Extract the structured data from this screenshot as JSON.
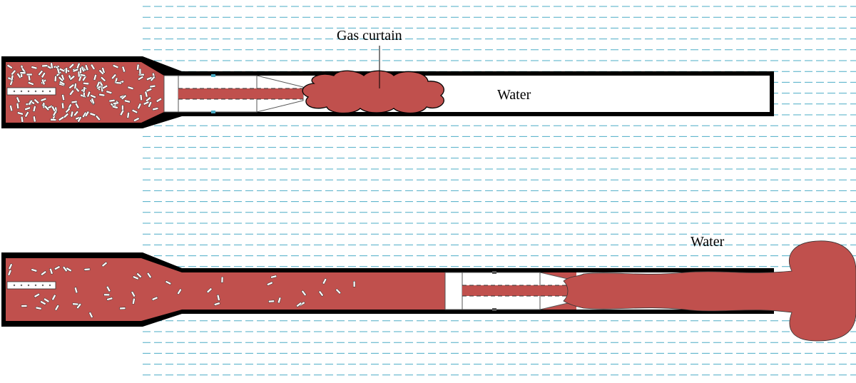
{
  "labels": {
    "gas_curtain": "Gas curtain",
    "water_top": "Water",
    "water_bottom": "Water"
  },
  "colors": {
    "propellant": "#c0504d",
    "water_dash": "#4bacc6",
    "barrel": "#000000",
    "piston": "#ffffff",
    "grain": "#ffffff"
  }
}
